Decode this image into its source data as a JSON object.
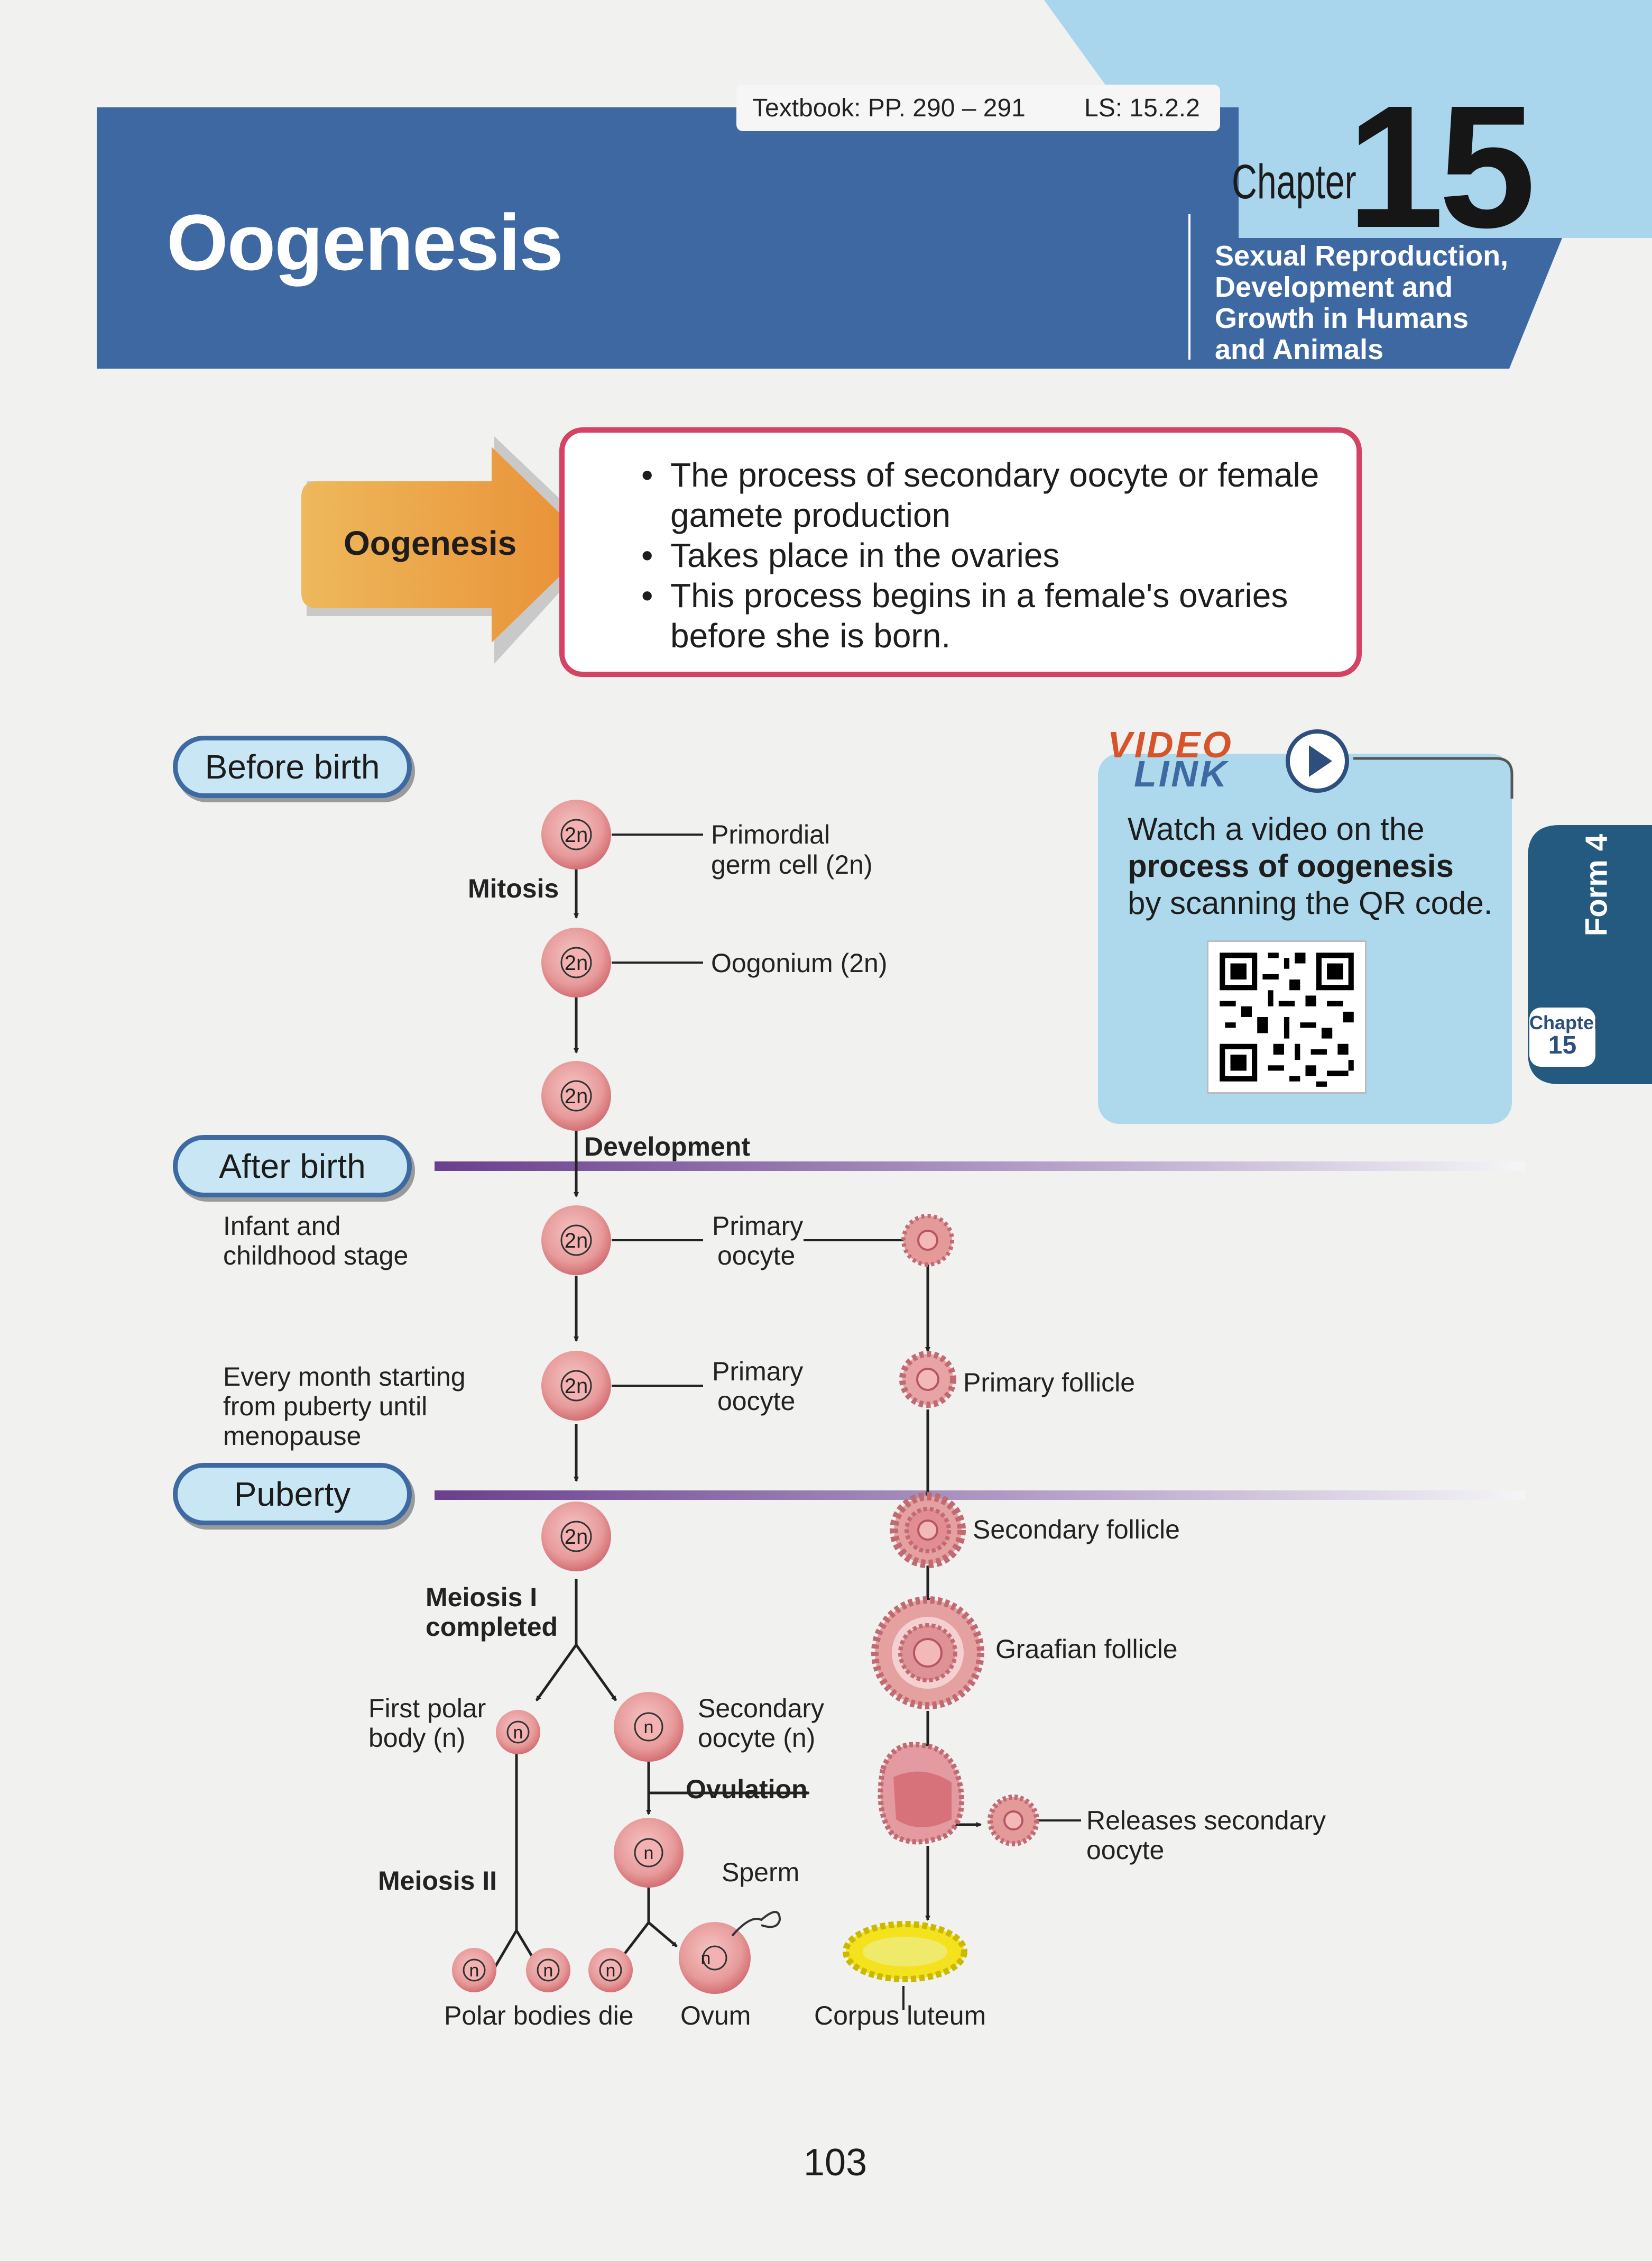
{
  "header": {
    "title": "Oogenesis",
    "textbook_ref": "Textbook: PP. 290 – 291",
    "ls_ref": "LS: 15.2.2",
    "chapter_word": "Chapter",
    "chapter_number": "15",
    "chapter_subtitle": [
      "Sexual Reproduction,",
      "Development and",
      "Growth in Humans",
      "and Animals"
    ]
  },
  "side_tab": {
    "form": "Form 4",
    "chapter_word": "Chapter",
    "chapter_number": "15"
  },
  "definition": {
    "arrow_label": "Oogenesis",
    "bullets": [
      "The process of secondary oocyte or female gamete production",
      "Takes place in the ovaries",
      "This process begins in a female's ovaries before she is born."
    ]
  },
  "video": {
    "word1": "VIDEO",
    "word2": "LINK",
    "line1": "Watch a video on the",
    "line2_bold": "process of oogenesis",
    "line3": "by scanning the QR code."
  },
  "stages": {
    "before_birth": "Before birth",
    "after_birth": "After birth",
    "puberty": "Puberty"
  },
  "labels": {
    "mitosis": "Mitosis",
    "primordial_1": "Primordial",
    "primordial_2": "germ cell (2n)",
    "oogonium": "Oogonium (2n)",
    "development": "Development",
    "infant_1": "Infant and",
    "infant_2": "childhood stage",
    "primary_oocyte_1a": "Primary",
    "primary_oocyte_1b": "oocyte",
    "primary_oocyte_2a": "Primary",
    "primary_oocyte_2b": "oocyte",
    "every_month_1": "Every month starting",
    "every_month_2": "from puberty until",
    "every_month_3": "menopause",
    "primary_follicle": "Primary follicle",
    "secondary_follicle": "Secondary follicle",
    "meiosis1_1": "Meiosis I",
    "meiosis1_2": "completed",
    "graafian": "Graafian follicle",
    "first_polar_1": "First polar",
    "first_polar_2": "body (n)",
    "secondary_oocyte_1": "Secondary",
    "secondary_oocyte_2": "oocyte (n)",
    "ovulation": "Ovulation",
    "releases_1": "Releases secondary",
    "releases_2": "oocyte",
    "meiosis2": "Meiosis II",
    "sperm": "Sperm",
    "polar_die": "Polar bodies die",
    "ovum": "Ovum",
    "corpus_luteum": "Corpus luteum"
  },
  "cell_labels": {
    "diploid": "2n",
    "haploid": "n"
  },
  "page_number": "103",
  "colors": {
    "banner": "#3d68a2",
    "light_blue": "#aed9ed",
    "box_border": "#d44264",
    "arrow": "#e9a348",
    "timeline": "#6a3f8e"
  }
}
